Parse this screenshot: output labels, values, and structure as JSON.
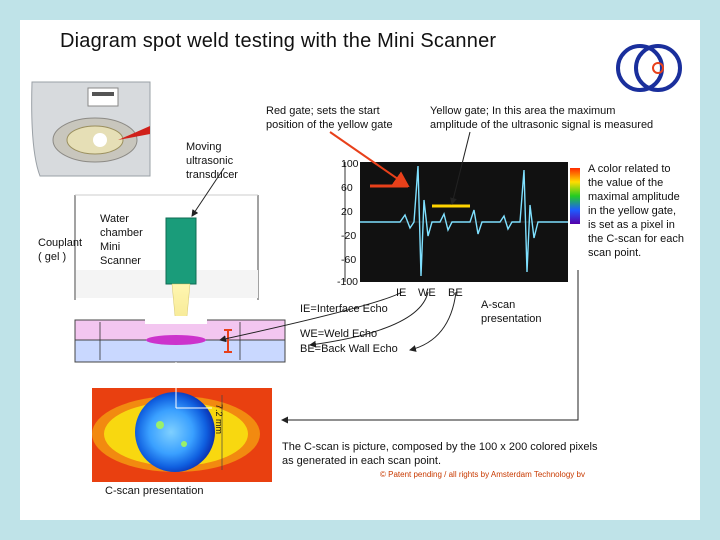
{
  "title": "Diagram spot weld testing with the Mini Scanner",
  "labels": {
    "red_gate": [
      "Red gate; sets the start",
      "position of the yellow gate"
    ],
    "yellow_gate": [
      "Yellow gate; In this area the maximum",
      "amplitude of the ultrasonic signal is measured"
    ],
    "moving_transducer": [
      "Moving",
      "ultrasonic",
      "transducer"
    ],
    "couplant": [
      "Couplant",
      "( gel )"
    ],
    "water_chamber": [
      "Water",
      "chamber",
      "Mini",
      "Scanner"
    ],
    "color_note": [
      "A color related to",
      "the value of the",
      "maximal amplitude",
      "in the yellow gate,",
      "is set as a pixel in",
      "the C-scan for each",
      "scan point."
    ],
    "echo_tags": [
      "IE",
      "WE",
      "BE"
    ],
    "echo_legend": [
      "IE=Interface Echo",
      "WE=Weld Echo",
      "BE=Back Wall Echo"
    ],
    "ascan": [
      "A-scan",
      "presentation"
    ],
    "cscan_note": [
      "The C-scan is picture, composed by  the 100 x 200 colored pixels",
      "as generated  in each scan point."
    ],
    "cscan_label": "C-scan presentation",
    "copyright": "© Patent pending / all rights by Amsterdam Technology bv",
    "weld_dim": "7.2 mm"
  },
  "ascan_axis": {
    "ticks": [
      "100",
      "60",
      "20",
      "-20",
      "-60",
      "-100"
    ]
  },
  "colors": {
    "accent_red": "#e8401a",
    "weld_magenta": "#cc33cc",
    "logo_blue": "#1a2f9c",
    "signal_cyan": "#7fe0ff"
  }
}
